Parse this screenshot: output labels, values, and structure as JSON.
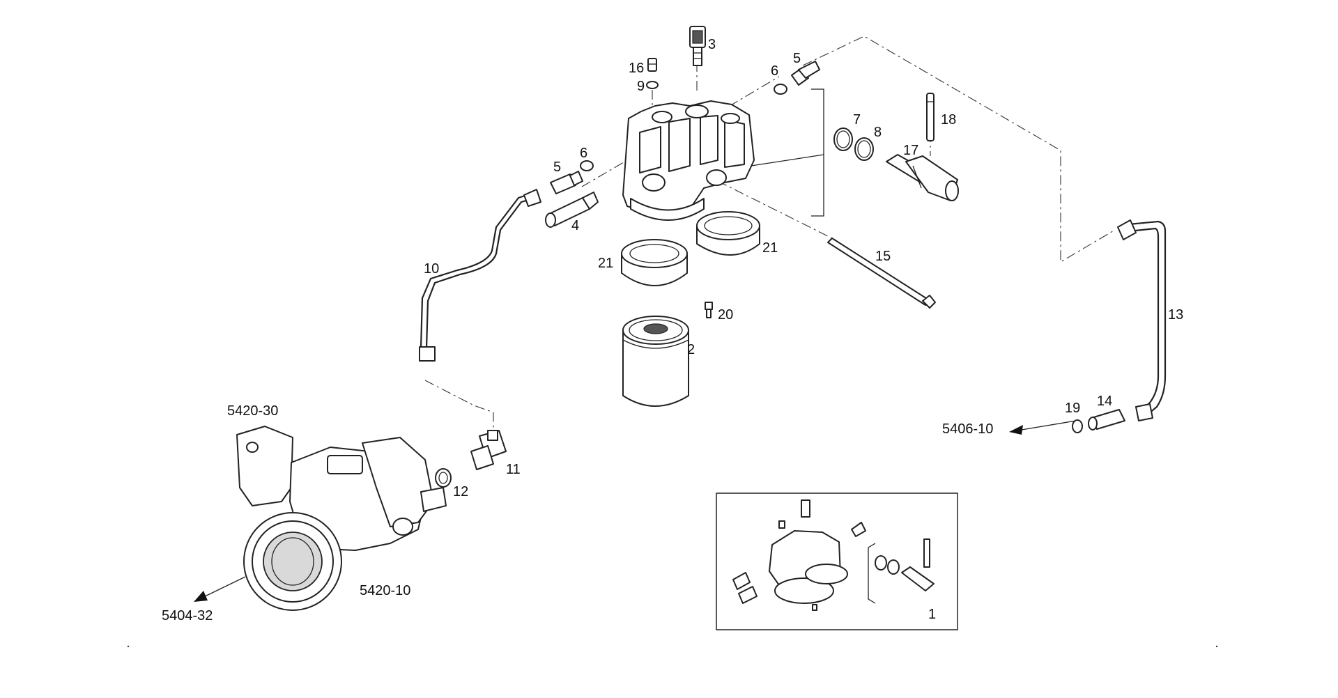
{
  "labels": {
    "p1": "1",
    "p2": "2",
    "p3": "3",
    "p4": "4",
    "p5a": "5",
    "p5b": "5",
    "p6a": "6",
    "p6b": "6",
    "p7": "7",
    "p8": "8",
    "p9": "9",
    "p10": "10",
    "p11": "11",
    "p12": "12",
    "p13": "13",
    "p14": "14",
    "p15": "15",
    "p16": "16",
    "p17": "17",
    "p18": "18",
    "p19": "19",
    "p20": "20",
    "p21a": "21",
    "p21b": "21"
  },
  "references": {
    "r_5420_30": "5420-30",
    "r_5420_10": "5420-10",
    "r_5404_32": "5404-32",
    "r_5406_10": "5406-10"
  },
  "colors": {
    "line": "#222222",
    "background": "#ffffff"
  }
}
